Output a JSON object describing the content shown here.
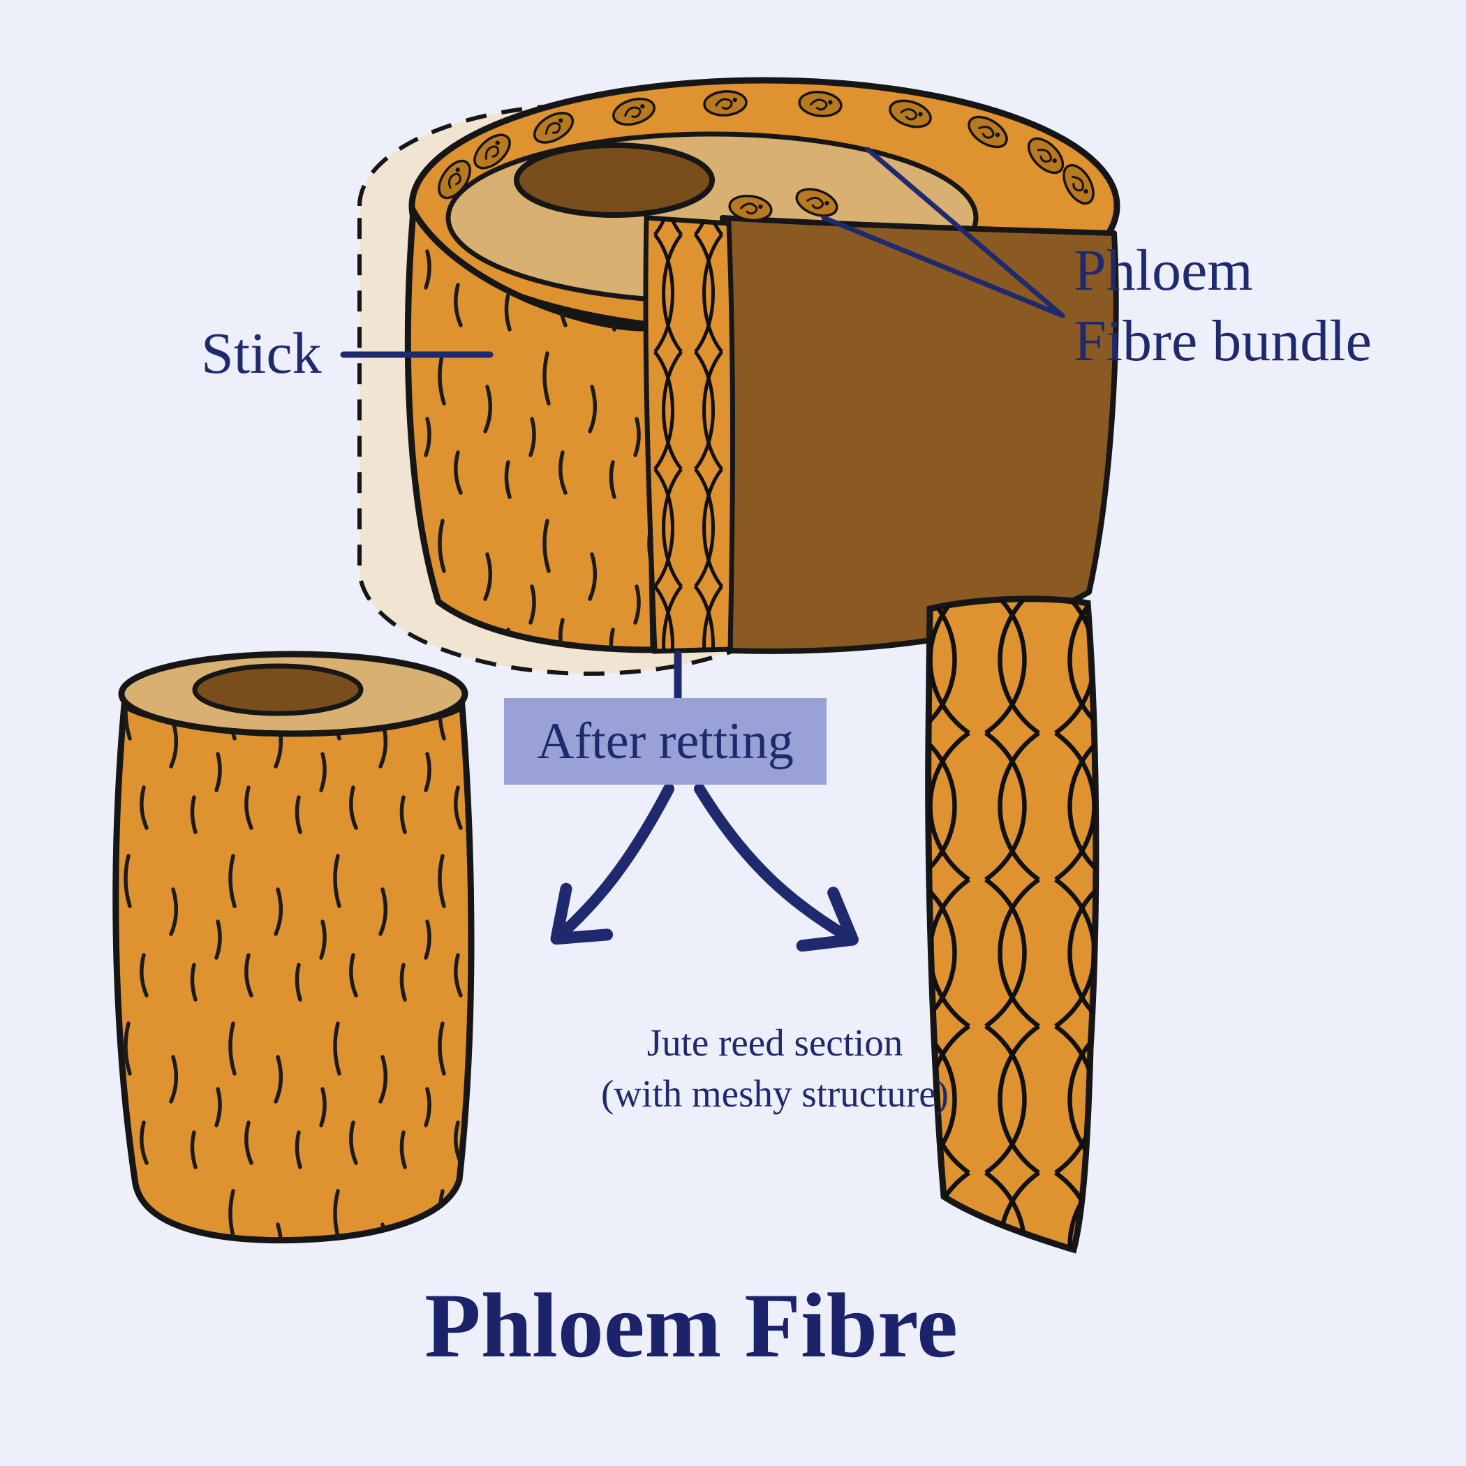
{
  "background": "#edeffa",
  "colors": {
    "navy": "#1f2a6e",
    "orange": "#de9230",
    "tan": "#d8b072",
    "dark_brown": "#8a5a22",
    "hole_brown": "#7a4e1c",
    "cream": "#f2e4d3",
    "lavender_box": "#99a1d6",
    "outline": "#161616"
  },
  "labels": {
    "stick": "Stick",
    "phloem_bundle_line1": "Phloem",
    "phloem_bundle_line2": "Fibre bundle",
    "after_retting": "After retting",
    "jute_caption_line1": "Jute reed section",
    "jute_caption_line2": "(with meshy structure)",
    "title": "Phloem Fibre"
  },
  "icons": {
    "fibre_bundle_glyph": "small-oval-fibre-cross-section",
    "arrowhead": "open-chevron"
  }
}
